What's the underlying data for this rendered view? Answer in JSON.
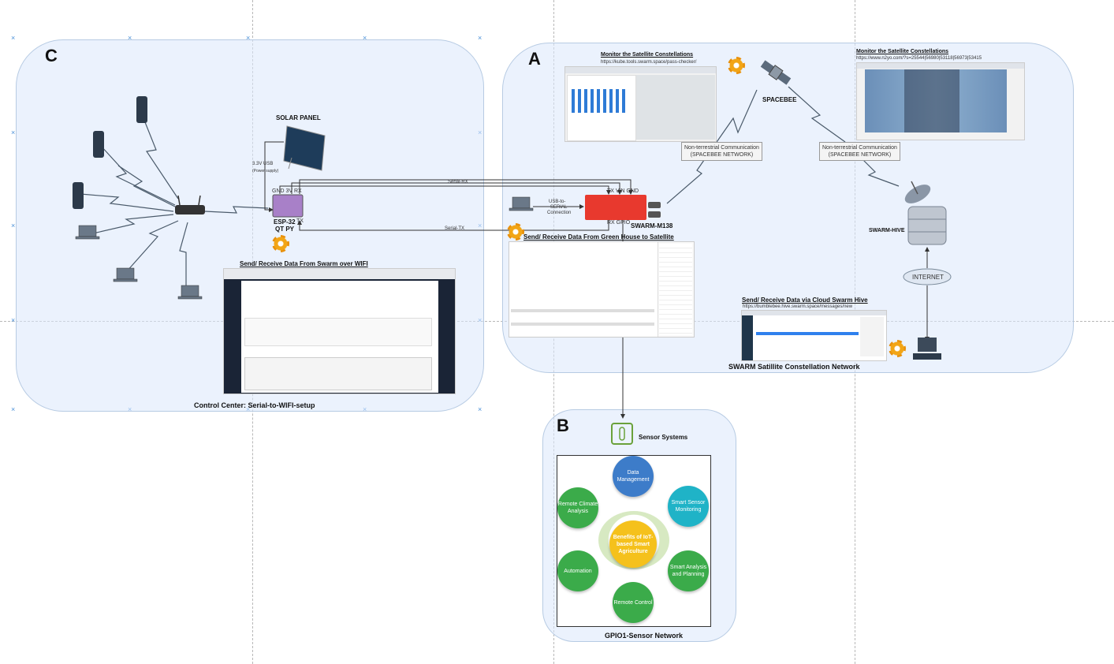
{
  "regions": {
    "c": {
      "letter": "C",
      "caption": "Control Center: Serial-to-WIFI-setup"
    },
    "a": {
      "letter": "A",
      "caption": "SWARM Satillite Constellation Network"
    },
    "b": {
      "letter": "B",
      "caption": "GPIO1-Sensor Network"
    }
  },
  "control_center": {
    "solar_panel": "SOLAR PANEL",
    "usb_label_1": "3.3V USB",
    "usb_label_2": "(Power supply)",
    "esp_pins_top": "GND 3V      RX",
    "esp_tx": "TX",
    "esp_name_1": "ESP-32",
    "esp_name_2": "QT PY",
    "send_receive_wifi": "Send/ Receive Data  From Swarm over WIFI"
  },
  "connections": {
    "serial_rx": "Serial-RX",
    "serial_tx": "Serial-TX",
    "usb_serial_1": "USB-to-",
    "usb_serial_2": "SERIAL",
    "usb_serial_3": "Connection"
  },
  "swarm": {
    "module_pins_top": "TX VIN GND",
    "module_pins_bottom": "RX     GPIO",
    "module_name": "SWARM-M138",
    "monitor_title_1": "Monitor the Satellite Constellations",
    "monitor_url_1": "https://kube.tools.swarm.space/pass-checker/",
    "monitor_title_2": "Monitor the Satellite Constellations",
    "monitor_url_2": "https://www.n2yo.com/?s=25544|56980|53118|56973|53415",
    "spacebee": "SPACEBEE",
    "ntn_1_line1": "Non-terrestrial Communication",
    "ntn_1_line2": "(SPACEBEE NETWORK)",
    "ntn_2_line1": "Non-terrestrial Communication",
    "ntn_2_line2": "(SPACEBEE NETWORK)",
    "hive": "SWARM-HIVE",
    "internet": "INTERNET",
    "send_receive_greenhouse": "Send/ Receive Data  From Green House to Satellite",
    "send_receive_cloud": "Send/ Receive Data  via Cloud Swarm Hive",
    "hive_url": "https://bumblebee.hive.swarm.space/messages/new"
  },
  "sensor": {
    "title": "Sensor Systems",
    "center": "Benefits of IoT-based Smart Agriculture",
    "nodes": [
      {
        "label": "Data Management",
        "color": "#3d7cc9"
      },
      {
        "label": "Smart Sensor Monitoring",
        "color": "#1fb3c7"
      },
      {
        "label": "Smart Analysis and Planning",
        "color": "#3bab4a"
      },
      {
        "label": "Remote Control",
        "color": "#3bab4a"
      },
      {
        "label": "Automation",
        "color": "#3bab4a"
      },
      {
        "label": "Remote Climate Analysis",
        "color": "#3bab4a"
      }
    ]
  }
}
